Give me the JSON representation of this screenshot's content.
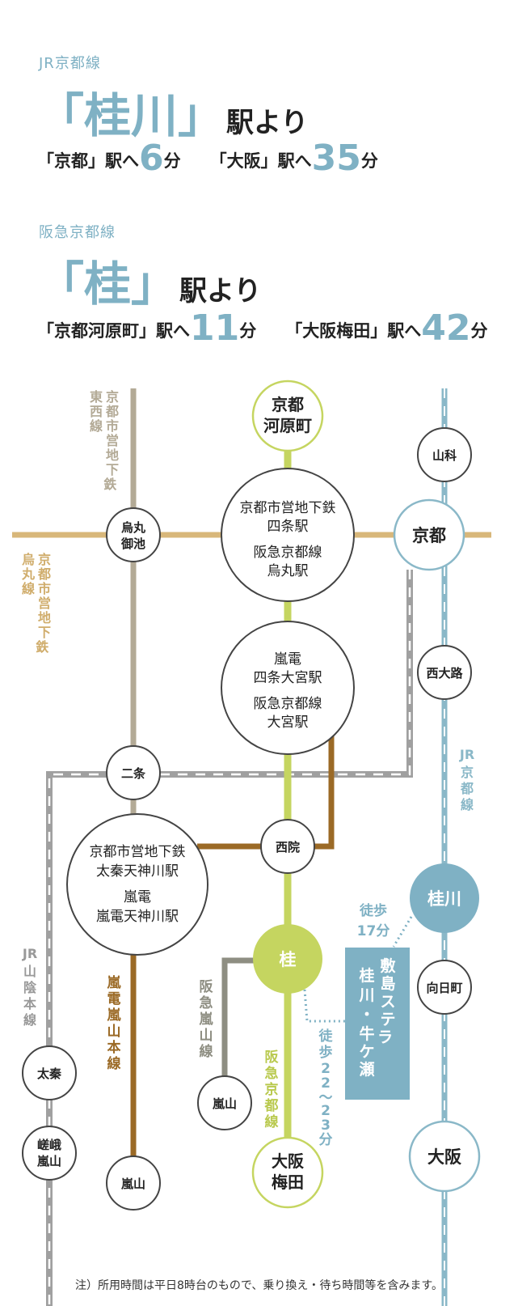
{
  "header": {
    "jr": {
      "line": "JR京都線",
      "station": "桂川",
      "yori": "駅より",
      "dest1_label": "「京都」駅へ",
      "dest1_min": "6",
      "dest2_label": "「大阪」駅へ",
      "dest2_min": "35",
      "unit": "分"
    },
    "hankyu": {
      "line": "阪急京都線",
      "station": "桂",
      "yori": "駅より",
      "dest1_label": "「京都河原町」駅へ",
      "dest1_min": "11",
      "dest2_label": "「大阪梅田」駅へ",
      "dest2_min": "42",
      "unit": "分"
    }
  },
  "colors": {
    "accent_blue": "#7fb1c4",
    "jr_kyoto": "#8ab8c8",
    "tozai": "#b3aa96",
    "karasuma": "#d8b77a",
    "hankyu": "#c5d560",
    "randen": "#9b6a26",
    "arashiyama": "#8e8e82",
    "sagano": "#999999",
    "property": "#7fb1c4"
  },
  "map": {
    "lines": {
      "tozai": "京都市営地下鉄東西線",
      "karasuma": "京都市営地下鉄烏丸線",
      "jr_kyoto": "JR京都線",
      "sagano": "JR山陰本線",
      "randen": "嵐電嵐山本線",
      "hankyu_arashiyama": "阪急嵐山線",
      "hankyu_kyoto": "阪急京都線"
    },
    "stations": {
      "kawaramachi": [
        "京都",
        "河原町"
      ],
      "shijo": [
        "京都市営地下鉄",
        "四条駅",
        "阪急京都線",
        "烏丸駅"
      ],
      "omiya": [
        "嵐電",
        "四条大宮駅",
        "阪急京都線",
        "大宮駅"
      ],
      "oike": [
        "烏丸",
        "御池"
      ],
      "nijo": "二条",
      "uzumasa_tenjingawa": [
        "京都市営地下鉄",
        "太秦天神川駅",
        "嵐電",
        "嵐電天神川駅"
      ],
      "saiin": "西院",
      "katsura": "桂",
      "arashiyama_hankyu": "嵐山",
      "umeda": [
        "大阪",
        "梅田"
      ],
      "yamashina": "山科",
      "kyoto": "京都",
      "nishioji": "西大路",
      "katsuragawa": "桂川",
      "mukomachi": "向日町",
      "osaka": "大阪",
      "uzumasa": "太秦",
      "saga_arashiyama": [
        "嵯峨",
        "嵐山"
      ],
      "arashiyama_randen": "嵐山"
    },
    "walk_katsuragawa": [
      "徒歩",
      "17分"
    ],
    "walk_katsura": "徒歩22〜23分",
    "property_name": [
      "敷島ステラ",
      "桂川・牛ケ瀬"
    ]
  },
  "footnote": "注）所用時間は平日8時台のもので、乗り換え・待ち時間等を含みます。"
}
